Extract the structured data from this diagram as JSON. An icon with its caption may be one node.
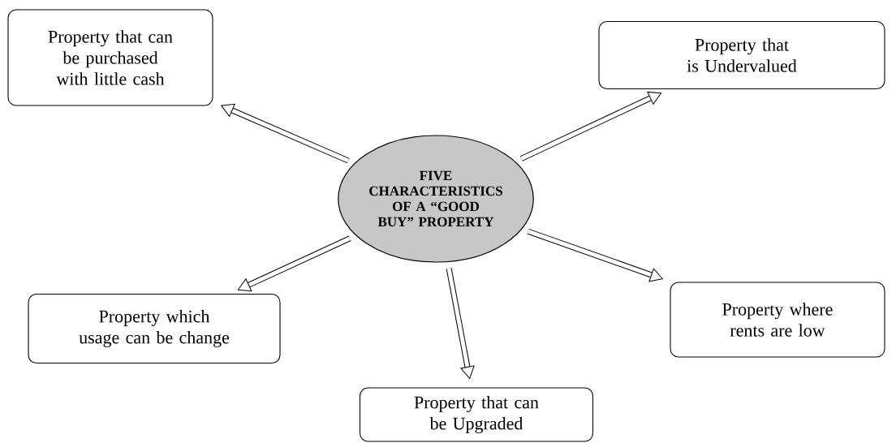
{
  "diagram": {
    "nodes": [
      {
        "text": [
          "FIVE CHARACTERISTICS OF A “GOOD BUY” PROPERTY"
        ]
      },
      {
        "text": [
          "Property that can be purchased with little cash"
        ]
      },
      {
        "text": [
          "Property that is Undervalued"
        ]
      },
      {
        "text": [
          "Property which usage can be change"
        ]
      },
      {
        "text": [
          "Property where rents are low"
        ]
      },
      {
        "text": [
          "Property that can be Upgraded"
        ]
      }
    ],
    "edges": [
      {
        "from": 0,
        "to": 1,
        "arrow": "to"
      },
      {
        "from": 0,
        "to": 2,
        "arrow": "to"
      },
      {
        "from": 0,
        "to": 3,
        "arrow": "to"
      },
      {
        "from": 0,
        "to": 4,
        "arrow": "to"
      },
      {
        "from": 0,
        "to": 5,
        "arrow": "to"
      }
    ]
  }
}
